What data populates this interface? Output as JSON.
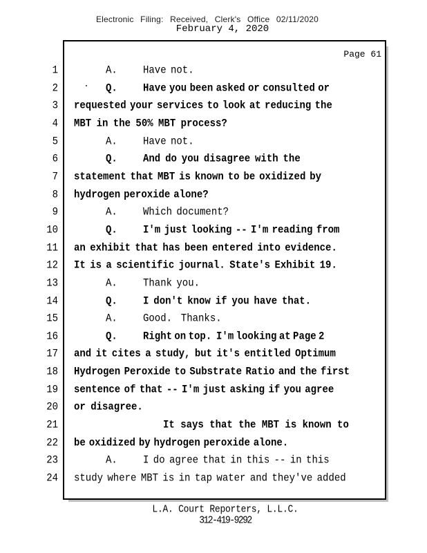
{
  "stamp": {
    "line1": "Electronic Filing: Received, Clerk's Office 02/11/2020",
    "line2": "February 4, 2020"
  },
  "page_label": "Page 61",
  "transcript": {
    "lines": [
      {
        "n": 1,
        "speaker": "A.",
        "text": "Have not.",
        "role": "answer"
      },
      {
        "n": 2,
        "speaker": "Q.",
        "text": "Have you been asked or consulted or",
        "role": "question",
        "ws": -4
      },
      {
        "n": 3,
        "text": "requested your services to look at reducing the",
        "role": "question",
        "ws": -3
      },
      {
        "n": 4,
        "text": "MBT in the 50% MBT process?",
        "role": "question",
        "ws": -1
      },
      {
        "n": 5,
        "speaker": "A.",
        "text": "Have not.",
        "role": "answer"
      },
      {
        "n": 6,
        "speaker": "Q.",
        "text": "And do you disagree with the",
        "role": "question",
        "ws": -1.5
      },
      {
        "n": 7,
        "text": "statement that MBT is known to be oxidized by",
        "role": "question",
        "ws": -2.5
      },
      {
        "n": 8,
        "text": "hydrogen peroxide alone?",
        "role": "question",
        "ws": -3.5
      },
      {
        "n": 9,
        "speaker": "A.",
        "text": "Which document?",
        "role": "answer"
      },
      {
        "n": 10,
        "speaker": "Q.",
        "text": "I'm just looking -- I'm reading from",
        "role": "question",
        "ws": -3
      },
      {
        "n": 11,
        "text": "an exhibit that has been entered into evidence.",
        "role": "question",
        "ws": -2
      },
      {
        "n": 12,
        "text": "It is a scientific journal. State's Exhibit 19.",
        "role": "question",
        "ws": -2
      },
      {
        "n": 13,
        "speaker": "A.",
        "text": "Thank you.",
        "role": "answer"
      },
      {
        "n": 14,
        "speaker": "Q.",
        "text": "I don't know if you have that.",
        "role": "question",
        "ws": -1.5
      },
      {
        "n": 15,
        "speaker": "A.",
        "text": "Good.  Thanks.",
        "role": "answer"
      },
      {
        "n": 16,
        "speaker": "Q.",
        "text": "Right on top.  I'm looking at Page 2",
        "role": "question",
        "ws": -5
      },
      {
        "n": 17,
        "text": "and it cites a study, but it's entitled Optimum",
        "role": "question",
        "ws": -2
      },
      {
        "n": 18,
        "text": "Hydrogen Peroxide to Substrate Ratio and the first",
        "role": "question",
        "ws": -3
      },
      {
        "n": 19,
        "text": "sentence of that -- I'm just asking if you agree",
        "role": "question",
        "ws": -3
      },
      {
        "n": 20,
        "text": "or disagree.",
        "role": "question",
        "ws": -1
      },
      {
        "n": 21,
        "text": "It says that the MBT is known to",
        "role": "question",
        "ws": 0,
        "indent": 129
      },
      {
        "n": 22,
        "text": "be oxidized by hydrogen peroxide alone.",
        "role": "question",
        "ws": -3.5
      },
      {
        "n": 23,
        "speaker": "A.",
        "text": "I do agree that in this -- in this",
        "role": "answer"
      },
      {
        "n": 24,
        "text": "study where MBT is in tap water and they've added",
        "role": "answer"
      }
    ]
  },
  "footer": {
    "line1": "L.A. Court Reporters, L.L.C.",
    "line2": "312-419-9292"
  }
}
